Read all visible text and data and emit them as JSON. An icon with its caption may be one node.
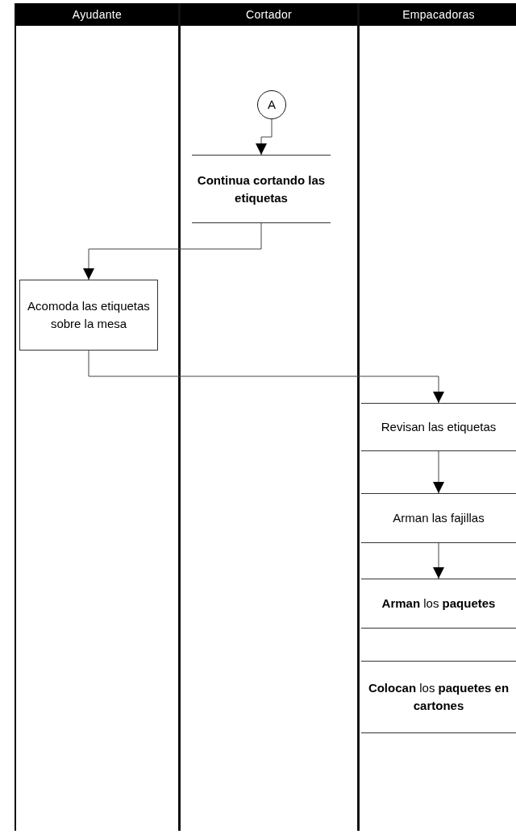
{
  "diagram": {
    "nodes": [
      {
        "text": [
          "Ayudante"
        ]
      },
      {
        "text": [
          "Cortador"
        ]
      },
      {
        "text": [
          "Empacadoras"
        ]
      },
      {
        "text": [
          "A"
        ],
        "in": 1
      },
      {
        "text": [
          "**Continua cortando** las **etiquetas**"
        ],
        "in": 1
      },
      {
        "text": [
          "Acomoda las etiquetas sobre la mesa"
        ],
        "in": 0
      },
      {
        "text": [
          "Revisan las etiquetas"
        ],
        "in": 2
      },
      {
        "text": [
          "Arman las fajillas"
        ],
        "in": 2
      },
      {
        "text": [
          "**Arman** los **paquetes**"
        ],
        "in": 2
      },
      {
        "text": [
          "**Colocan** los **paquetes en cartones**"
        ],
        "in": 2
      }
    ],
    "edges": [
      {
        "from": 3,
        "to": 4,
        "arrow": "to"
      },
      {
        "from": 4,
        "to": 5,
        "arrow": "to"
      },
      {
        "from": 5,
        "to": 6,
        "arrow": "to"
      },
      {
        "from": 6,
        "to": 7,
        "arrow": "to"
      },
      {
        "from": 7,
        "to": 8,
        "arrow": "to"
      }
    ]
  }
}
